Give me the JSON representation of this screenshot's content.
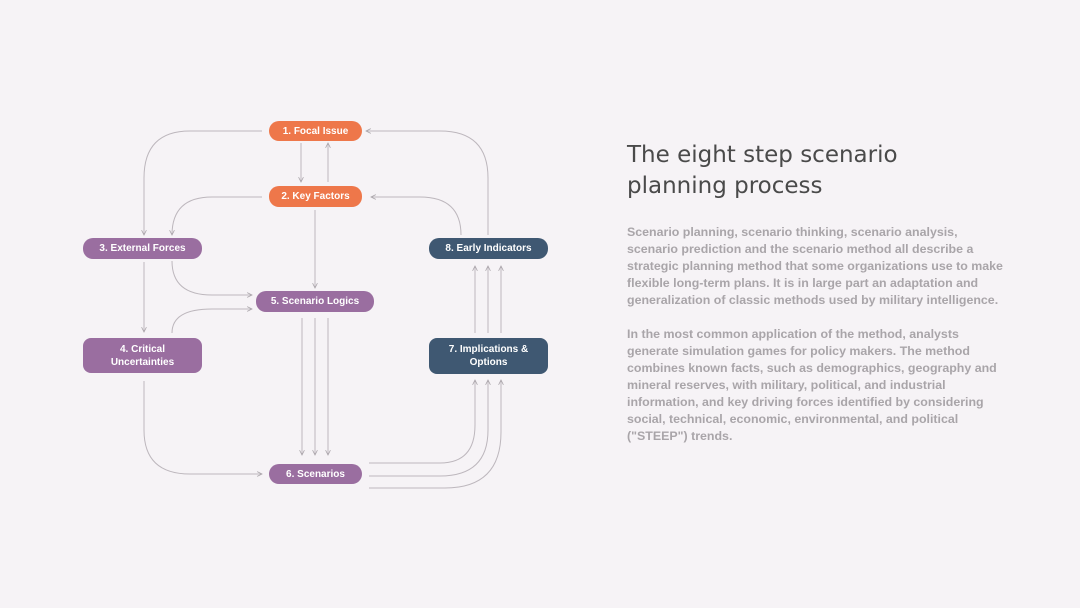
{
  "title": "The eight step scenario planning process",
  "paragraphs": [
    "Scenario planning, scenario thinking, scenario analysis, scenario prediction and the scenario method all describe a strategic planning method that some organizations use to make flexible long-term plans. It is in large part an adaptation and generalization of classic methods used by military intelligence.",
    "In the most common application of the method, analysts generate simulation games for policy makers. The method combines known facts, such as demographics, geography and mineral reserves, with military, political, and industrial information, and key driving forces identified by considering social, technical, economic, environmental, and political (\"STEEP\") trends."
  ],
  "diagram": {
    "steps": [
      {
        "id": "focal-issue",
        "label": "1. Focal Issue"
      },
      {
        "id": "key-factors",
        "label": "2. Key Factors"
      },
      {
        "id": "external-forces",
        "label": "3. External Forces"
      },
      {
        "id": "critical-uncertainties",
        "label": "4. Critical Uncertainties"
      },
      {
        "id": "scenario-logics",
        "label": "5. Scenario Logics"
      },
      {
        "id": "scenarios",
        "label": "6. Scenarios"
      },
      {
        "id": "implications-options",
        "label": "7. Implications & Options"
      },
      {
        "id": "early-indicators",
        "label": "8. Early Indicators"
      }
    ]
  },
  "colors": {
    "background": "#f6f3f6",
    "orange": "#ee774a",
    "purple": "#9a6ea0",
    "navy": "#3f5872",
    "connector": "#bdb7bd",
    "title": "#4a4a4a",
    "body_text": "#a9a5a9"
  }
}
